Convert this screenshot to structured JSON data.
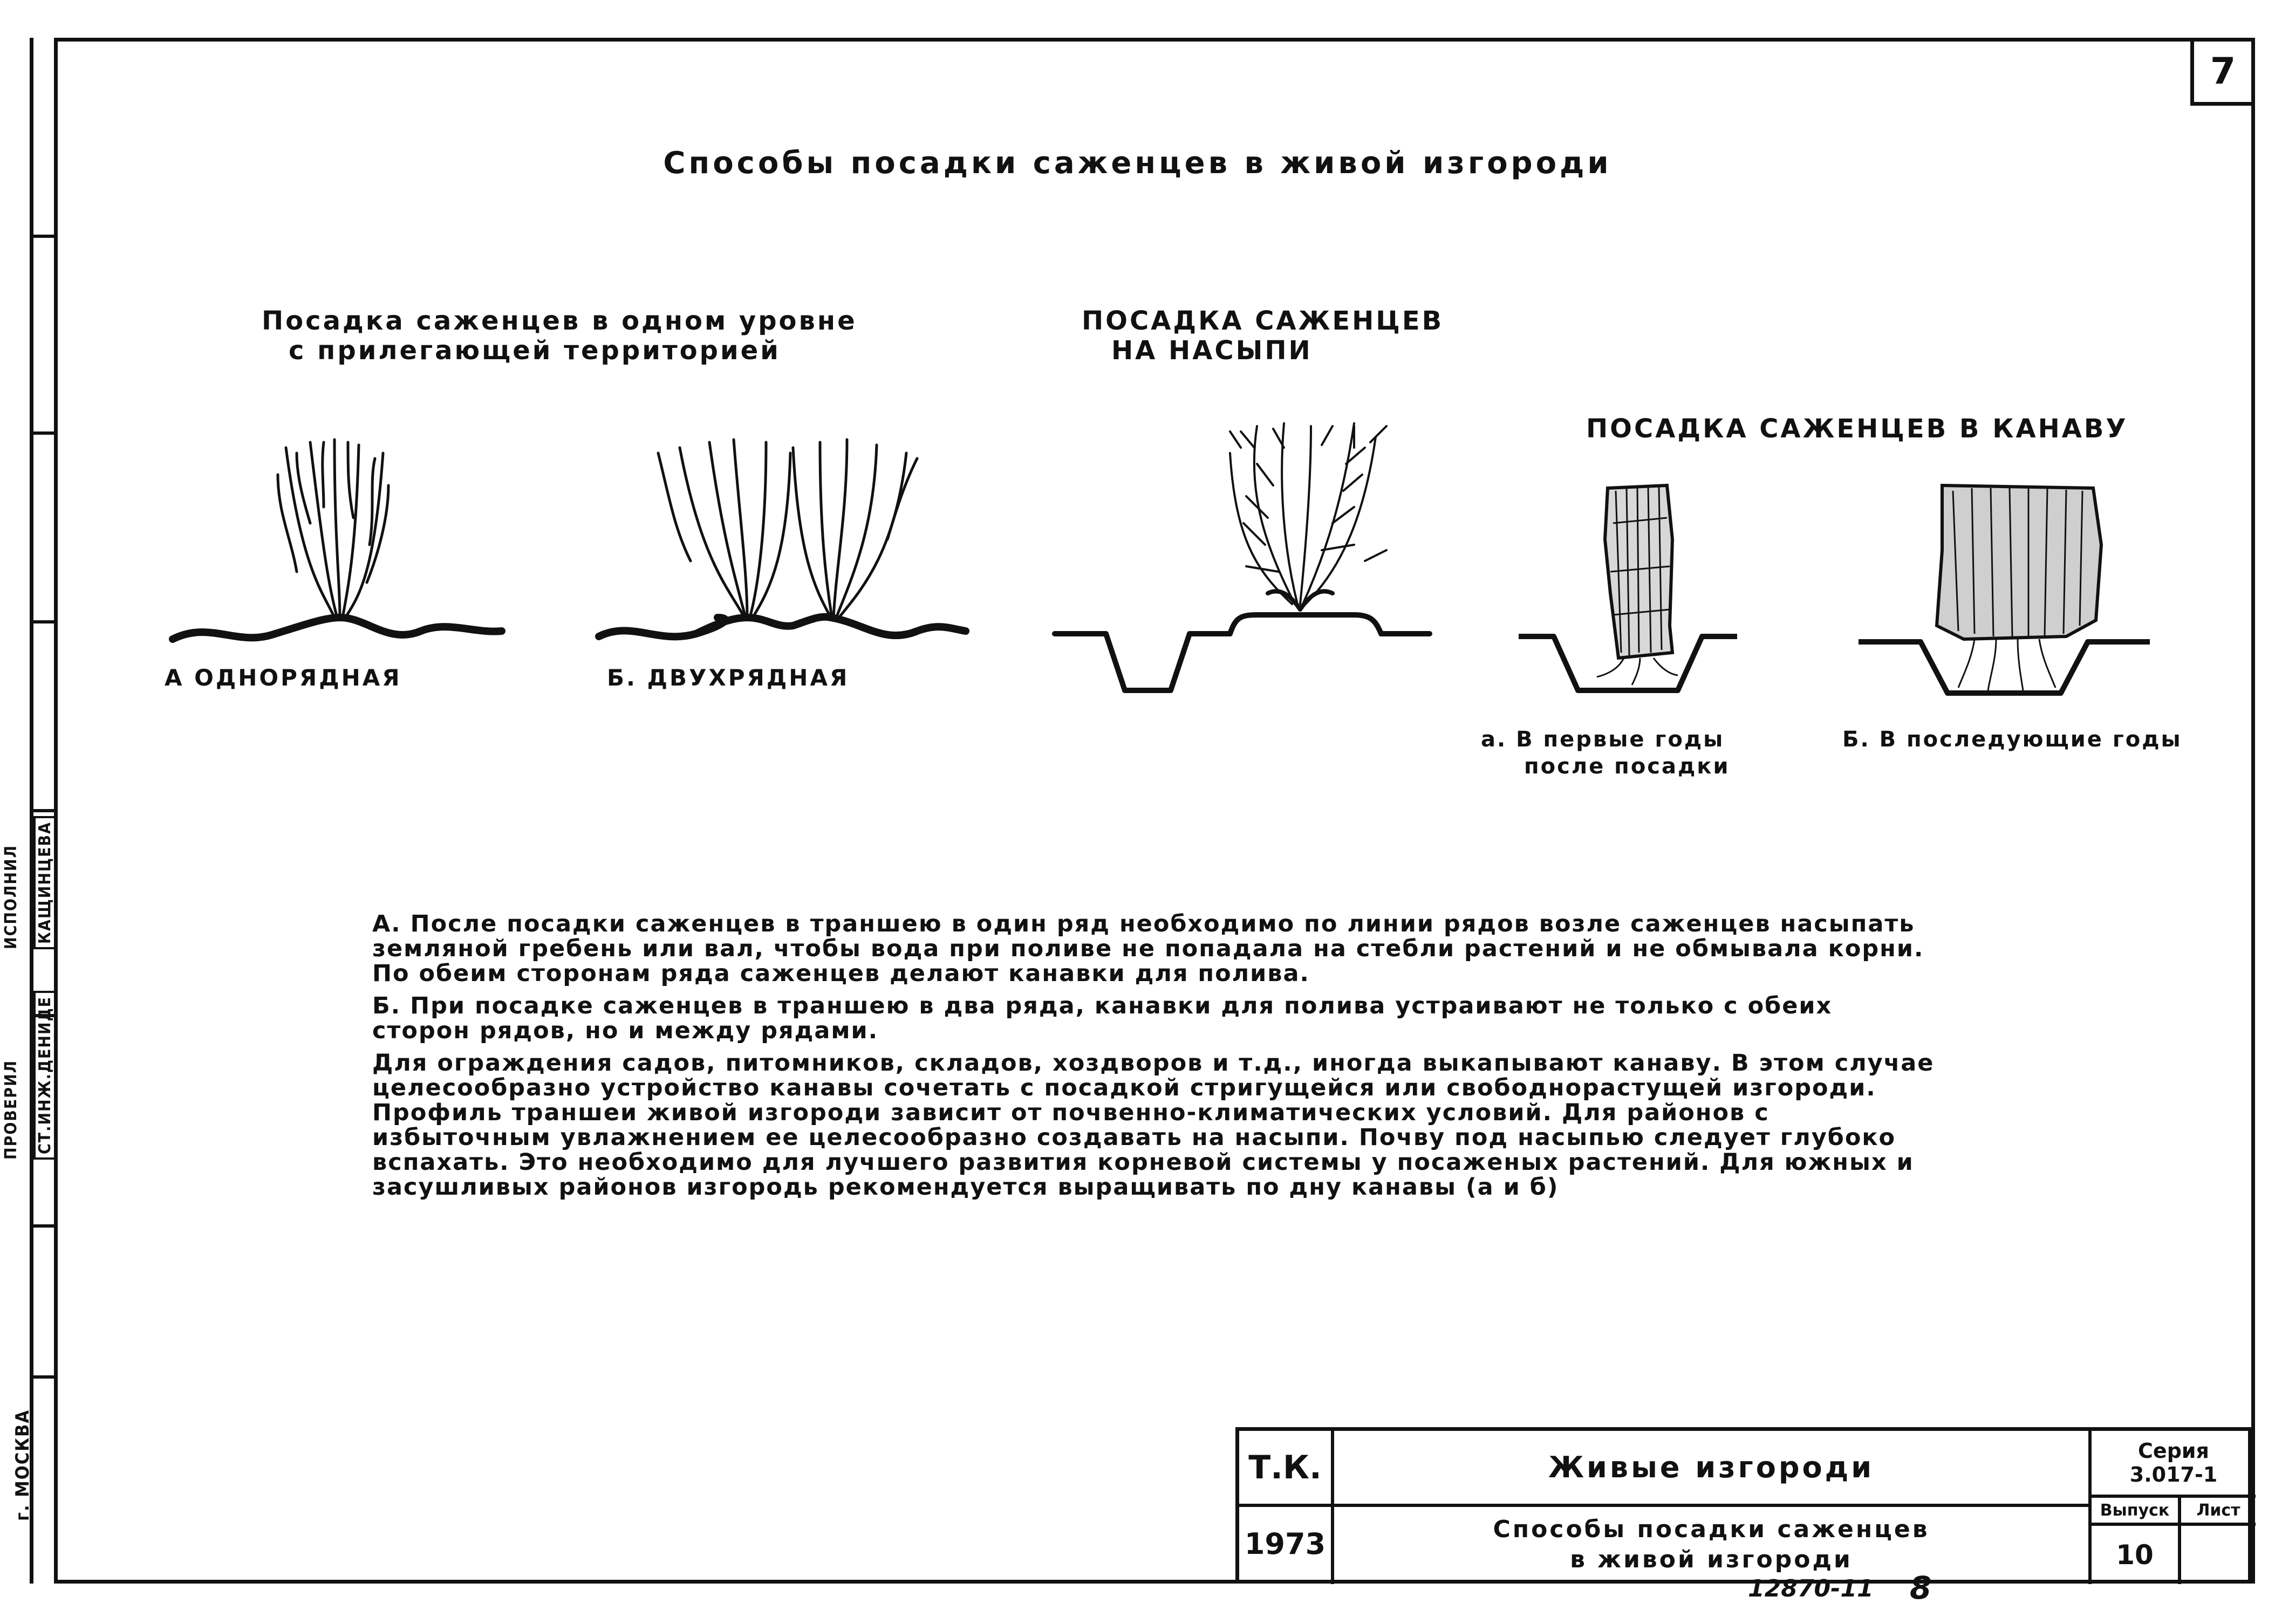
{
  "sheet_number": "7",
  "title": "Способы посадки саженцев в живой изгороди",
  "margin": {
    "city": "г. МОСКВА",
    "stamp_top": "КАЩИНЦЕВА",
    "stamp_top_role": "ИСПОЛНИЛ",
    "stamp_bottom": "СТ.ИНЖ.ДЕНИДЕ",
    "stamp_bottom_role": "ПРОВЕРИЛ"
  },
  "section_level": {
    "heading_line1": "Посадка саженцев в одном уровне",
    "heading_line2": "с прилегающей территорией",
    "label_a": "А ОДНОРЯДНАЯ",
    "label_b": "Б. ДВУХРЯДНАЯ"
  },
  "section_embankment": {
    "heading_line1": "ПОСАДКА САЖЕНЦЕВ",
    "heading_line2": "НА НАСЫПИ"
  },
  "section_ditch": {
    "heading": "ПОСАДКА САЖЕНЦЕВ В КАНАВУ",
    "label_a_line1": "а. В первые годы",
    "label_a_line2": "после посадки",
    "label_b": "Б. В последующие годы"
  },
  "notes": [
    "А. После посадки саженцев в траншею в один ряд необходимо по линии рядов возле саженцев насыпать земляной гребень или вал, чтобы вода при поливе не попадала на стебли растений и не обмывала корни. По обеим сторонам ряда саженцев делают канавки для полива.",
    "Б. При посадке саженцев в траншею в два ряда, канавки для полива устраивают не только с обеих сторон рядов, но и между рядами.",
    "Для ограждения садов, питомников, складов, хоздворов и т.д., иногда выкапывают канаву. В этом случае целесообразно устройство канавы сочетать с посадкой стригущейся или свободнорастущей изгороди. Профиль траншеи живой изгороди зависит от почвенно-климатических условий. Для районов с избыточным увлажнением ее целесообразно создавать на насыпи. Почву под насыпью следует глубоко вспахать. Это необходимо для лучшего развития корневой системы у посаженых растений. Для южных и засушливых районов изгородь рекомендуется выращивать по дну канавы (а и б)"
  ],
  "title_block": {
    "org": "Т.К.",
    "year": "1973",
    "subject": "Живые изгороди",
    "sheet_title_line1": "Способы посадки саженцев",
    "sheet_title_line2": "в живой изгороди",
    "series_label": "Серия",
    "series_value": "3.017-1",
    "issue_label": "Выпуск",
    "issue_value": "10",
    "sheet_label": "Лист",
    "sheet_value": ""
  },
  "footer": {
    "number": "12870-11",
    "page": "8"
  }
}
